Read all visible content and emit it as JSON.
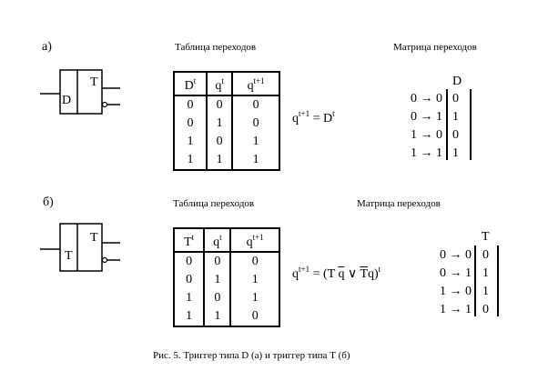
{
  "sections": [
    {
      "label": "а)",
      "table_title": "Таблица переходов",
      "matrix_title": "Матрица переходов",
      "block": {
        "input": "D",
        "output": "T"
      },
      "table": {
        "headers": [
          {
            "base": "D",
            "sup": "t"
          },
          {
            "base": "q",
            "sup": "t"
          },
          {
            "base": "q",
            "sup": "t+1"
          }
        ],
        "rows": [
          [
            "0",
            "0",
            "0"
          ],
          [
            "0",
            "1",
            "0"
          ],
          [
            "1",
            "0",
            "1"
          ],
          [
            "1",
            "1",
            "1"
          ]
        ]
      },
      "equation": {
        "lhs": "q",
        "lhs_sup": "t+1",
        "rhs": "= D",
        "rhs_sup": "t"
      },
      "matrix": {
        "header": "D",
        "transitions": [
          "0 → 0",
          "0 → 1",
          "1 → 0",
          "1 → 1"
        ],
        "values": [
          "0",
          "1",
          "0",
          "1"
        ]
      }
    },
    {
      "label": "б)",
      "table_title": "Таблица переходов",
      "matrix_title": "Матрица переходов",
      "block": {
        "input": "T",
        "output": "T"
      },
      "table": {
        "headers": [
          {
            "base": "T",
            "sup": "t"
          },
          {
            "base": "q",
            "sup": "t"
          },
          {
            "base": "q",
            "sup": "t+1"
          }
        ],
        "rows": [
          [
            "0",
            "0",
            "0"
          ],
          [
            "0",
            "1",
            "1"
          ],
          [
            "1",
            "0",
            "1"
          ],
          [
            "1",
            "1",
            "0"
          ]
        ]
      },
      "equation": {
        "lhs": "q",
        "lhs_sup": "t+1",
        "eq_open": "= (T",
        "q": "q",
        "or": "∨",
        "t": "T",
        "q2": "q)",
        "rhs_sup": "t"
      },
      "matrix": {
        "header": "T",
        "transitions": [
          "0 → 0",
          "0 → 1",
          "1 → 0",
          "1 → 1"
        ],
        "values": [
          "0",
          "1",
          "1",
          "0"
        ]
      }
    }
  ],
  "caption": "Рис. 5. Триггер типа D (а) и триггер типа Т (б)"
}
